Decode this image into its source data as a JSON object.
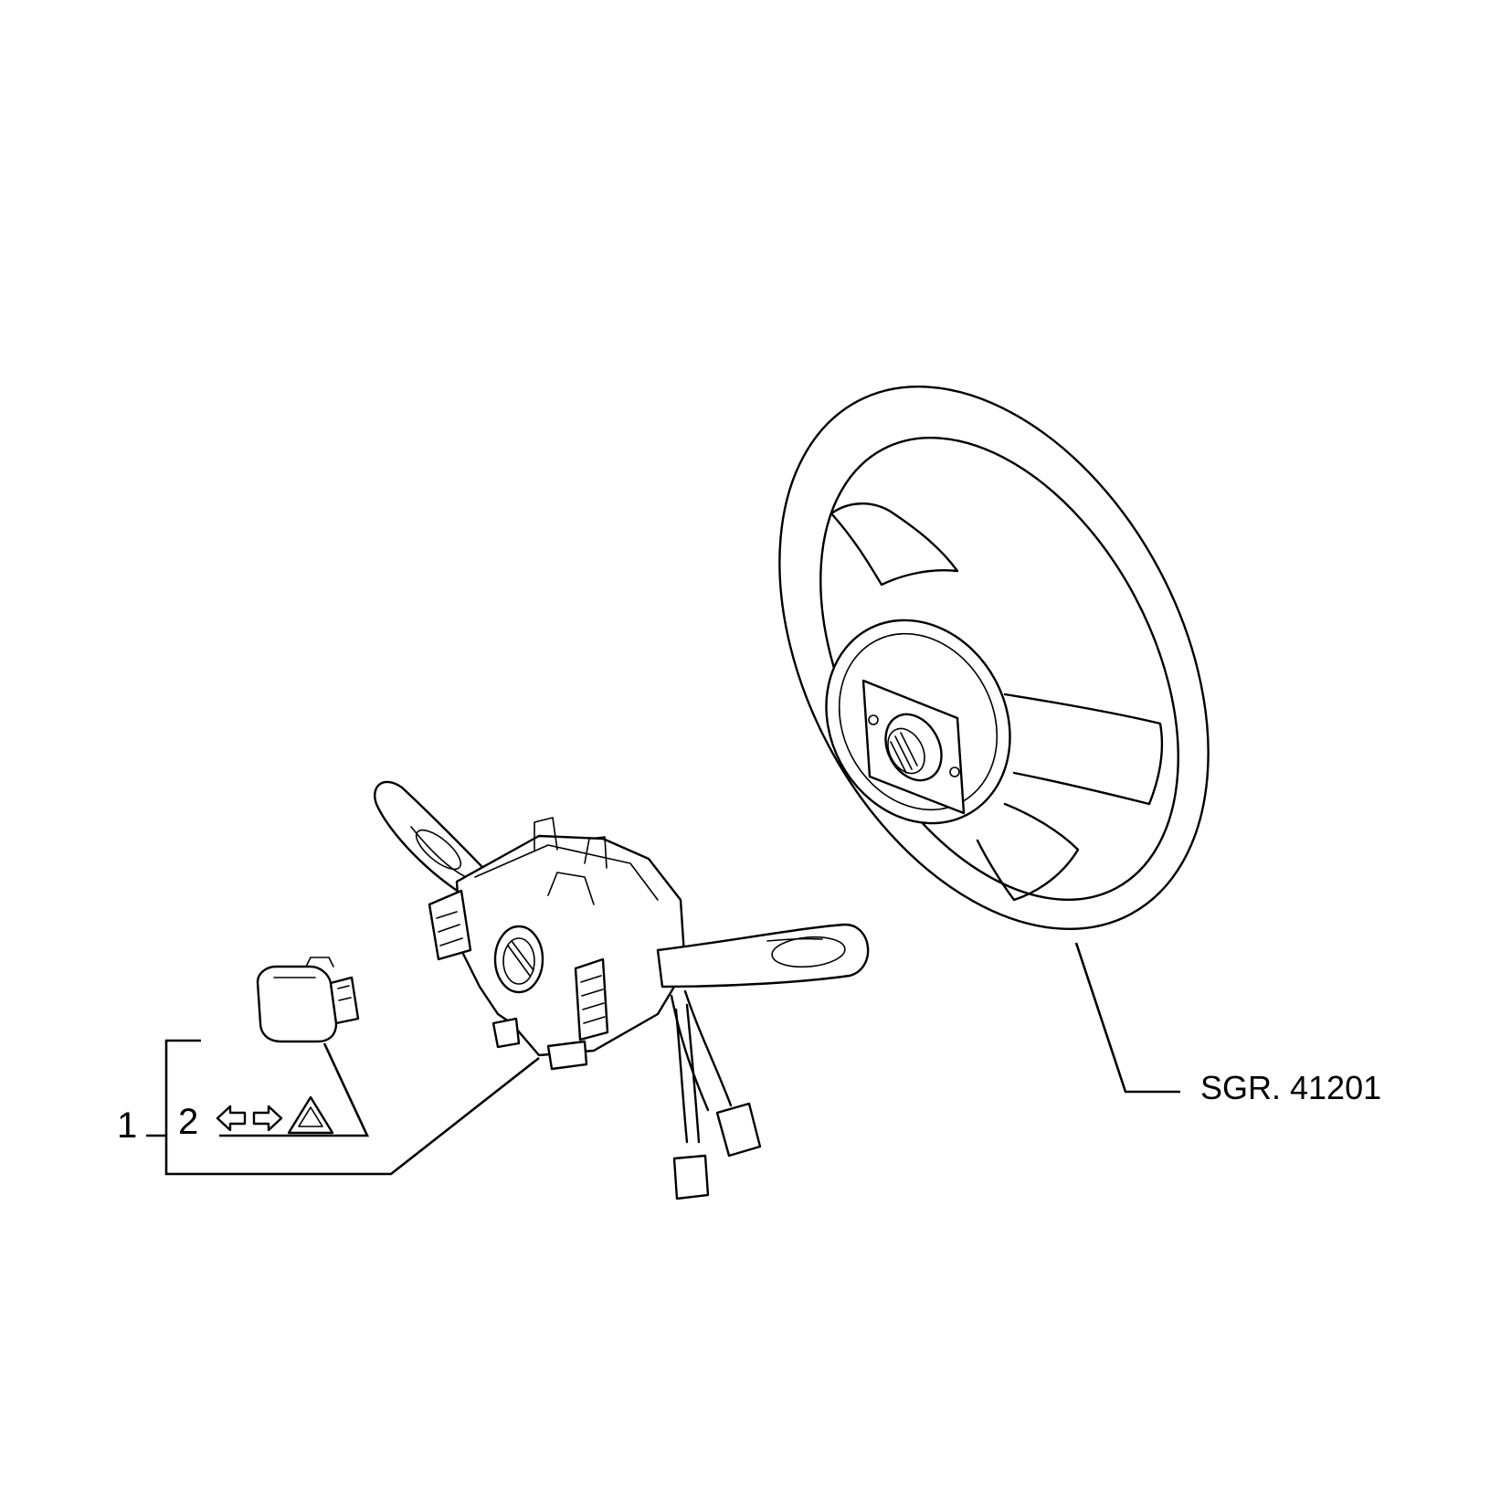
{
  "callouts": {
    "item_1": "1",
    "item_2": "2",
    "reference": "SGR. 41201"
  },
  "symbols": {
    "turn_left": "arrow-left-outline-icon",
    "turn_right": "arrow-right-outline-icon",
    "hazard": "hazard-triangle-icon"
  },
  "colors": {
    "line": "#000000",
    "background": "#ffffff"
  }
}
